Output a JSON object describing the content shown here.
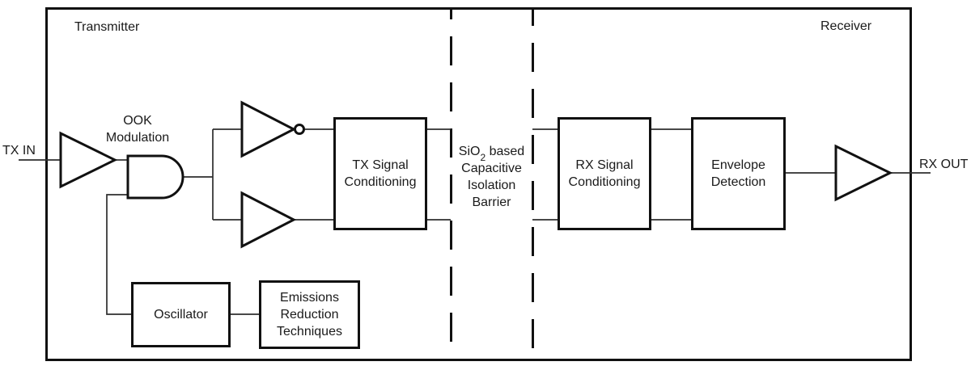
{
  "diagram": {
    "regions": {
      "transmitter_label": "Transmitter",
      "receiver_label": "Receiver"
    },
    "io": {
      "tx_in_label": "TX IN",
      "rx_out_label": "RX OUT"
    },
    "ook_modulation": {
      "line1": "OOK",
      "line2": "Modulation"
    },
    "blocks": {
      "tx_signal_conditioning": {
        "line1": "TX Signal",
        "line2": "Conditioning"
      },
      "rx_signal_conditioning": {
        "line1": "RX Signal",
        "line2": "Conditioning"
      },
      "envelope_detection": {
        "line1": "Envelope",
        "line2": "Detection"
      },
      "oscillator": {
        "label": "Oscillator"
      },
      "emissions_reduction": {
        "line1": "Emissions",
        "line2": "Reduction",
        "line3": "Techniques"
      }
    },
    "isolation_barrier": {
      "line1_prefix": "SiO",
      "line1_sub": "2",
      "line1_suffix": "based",
      "line2": "Capacitive",
      "line3": "Isolation",
      "line4": "Barrier"
    },
    "colors": {
      "shape_stroke": "#111111",
      "connector_stroke": "#2e2e2e",
      "text": "#1a1a1a",
      "background": "#ffffff"
    }
  }
}
